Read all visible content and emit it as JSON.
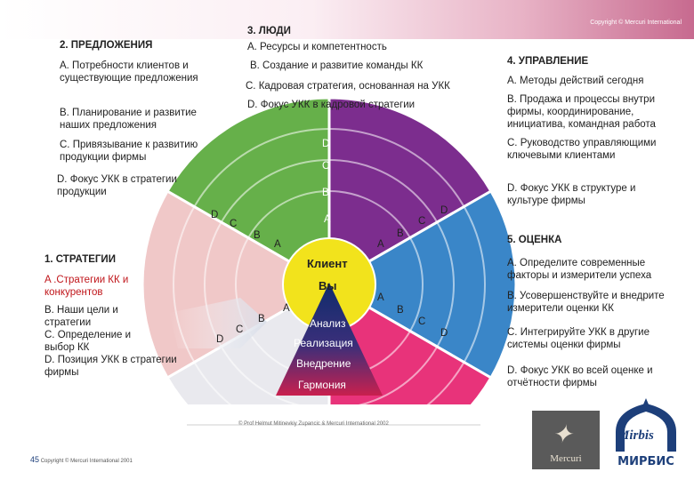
{
  "copyright_top": "Copyright © Mercuri International",
  "people": {
    "title": "3. ЛЮДИ",
    "items": [
      "A. Ресурсы и компетентность",
      "B. Создание и развитие команды КК",
      "C. Кадровая стратегия, основанная на УКК",
      "D. Фокус УКК в кадровой стратегии"
    ]
  },
  "offers": {
    "title": "2. ПРЕДЛОЖЕНИЯ",
    "items": [
      "A. Потребности клиентов и",
      "существующие предложения",
      "B. Планирование и развитие",
      "наших предложения",
      "C. Привязывание к развитию",
      "продукции фирмы",
      "D. Фокус УКК в стратегии",
      "продукции"
    ]
  },
  "management": {
    "title": "4. УПРАВЛЕНИЕ",
    "items": [
      "A. Методы действий сегодня",
      "B. Продажа и процессы внутри",
      "фирмы, координирование,",
      "инициатива, командная  работа",
      "C. Руководство управляющими",
      "ключевыми клиентами",
      "D. Фокус УКК в структуре и",
      "культуре фирмы"
    ]
  },
  "strategy": {
    "title": "1. СТРАТЕГИИ",
    "items": [
      "A .Стратегии КК и",
      " конкурентов",
      "B. Наши цели и",
      "стратегии",
      "C. Определение и",
      "выбор КК",
      "D. Позиция УКК в стратегии",
      "фирмы"
    ]
  },
  "evaluation": {
    "title": "5. ОЦЕНКА",
    "items": [
      "A. Определите современные",
      "факторы и измерители успеха",
      "B. Усовершенствуйте и внедрите",
      "измерители оценки КК",
      "C. Интегрируйте УКК в другие",
      "системы оценки фирмы",
      "D. Фокус УКК во всей оценке и",
      "отчётности фирмы"
    ]
  },
  "wheel": {
    "center_client": "Клиент",
    "center_you": "Вы",
    "pyramid": [
      "Анализ",
      "Реализация",
      "Внедрение",
      "Гармония"
    ],
    "purple_letters": [
      "D",
      "C",
      "B",
      "A"
    ],
    "ring_letters": {
      "A": "A",
      "B": "B",
      "C": "C",
      "D": "D"
    },
    "colors": {
      "strategy": "#f0c8c8",
      "offers": "#66b04a",
      "people": "#7c2d8e",
      "management": "#3a86c8",
      "evaluation": "#9fd0ee",
      "evaluation_bottom": "#e8337a",
      "center": "#f0e020",
      "pyramid_top": "#1b3a7a",
      "pyramid_bottom": "#c9204e"
    }
  },
  "wheel_copyright": "© Prof Helmut Mitinevkiy Zupancic & Mercuri International 2002",
  "footer": "Copyright © Mercuri International 2001",
  "page_number": "45",
  "logo_mercuri": "Mercuri",
  "logo_mirbis_script": "Mirbis",
  "logo_mirbis": "МИРБИС"
}
